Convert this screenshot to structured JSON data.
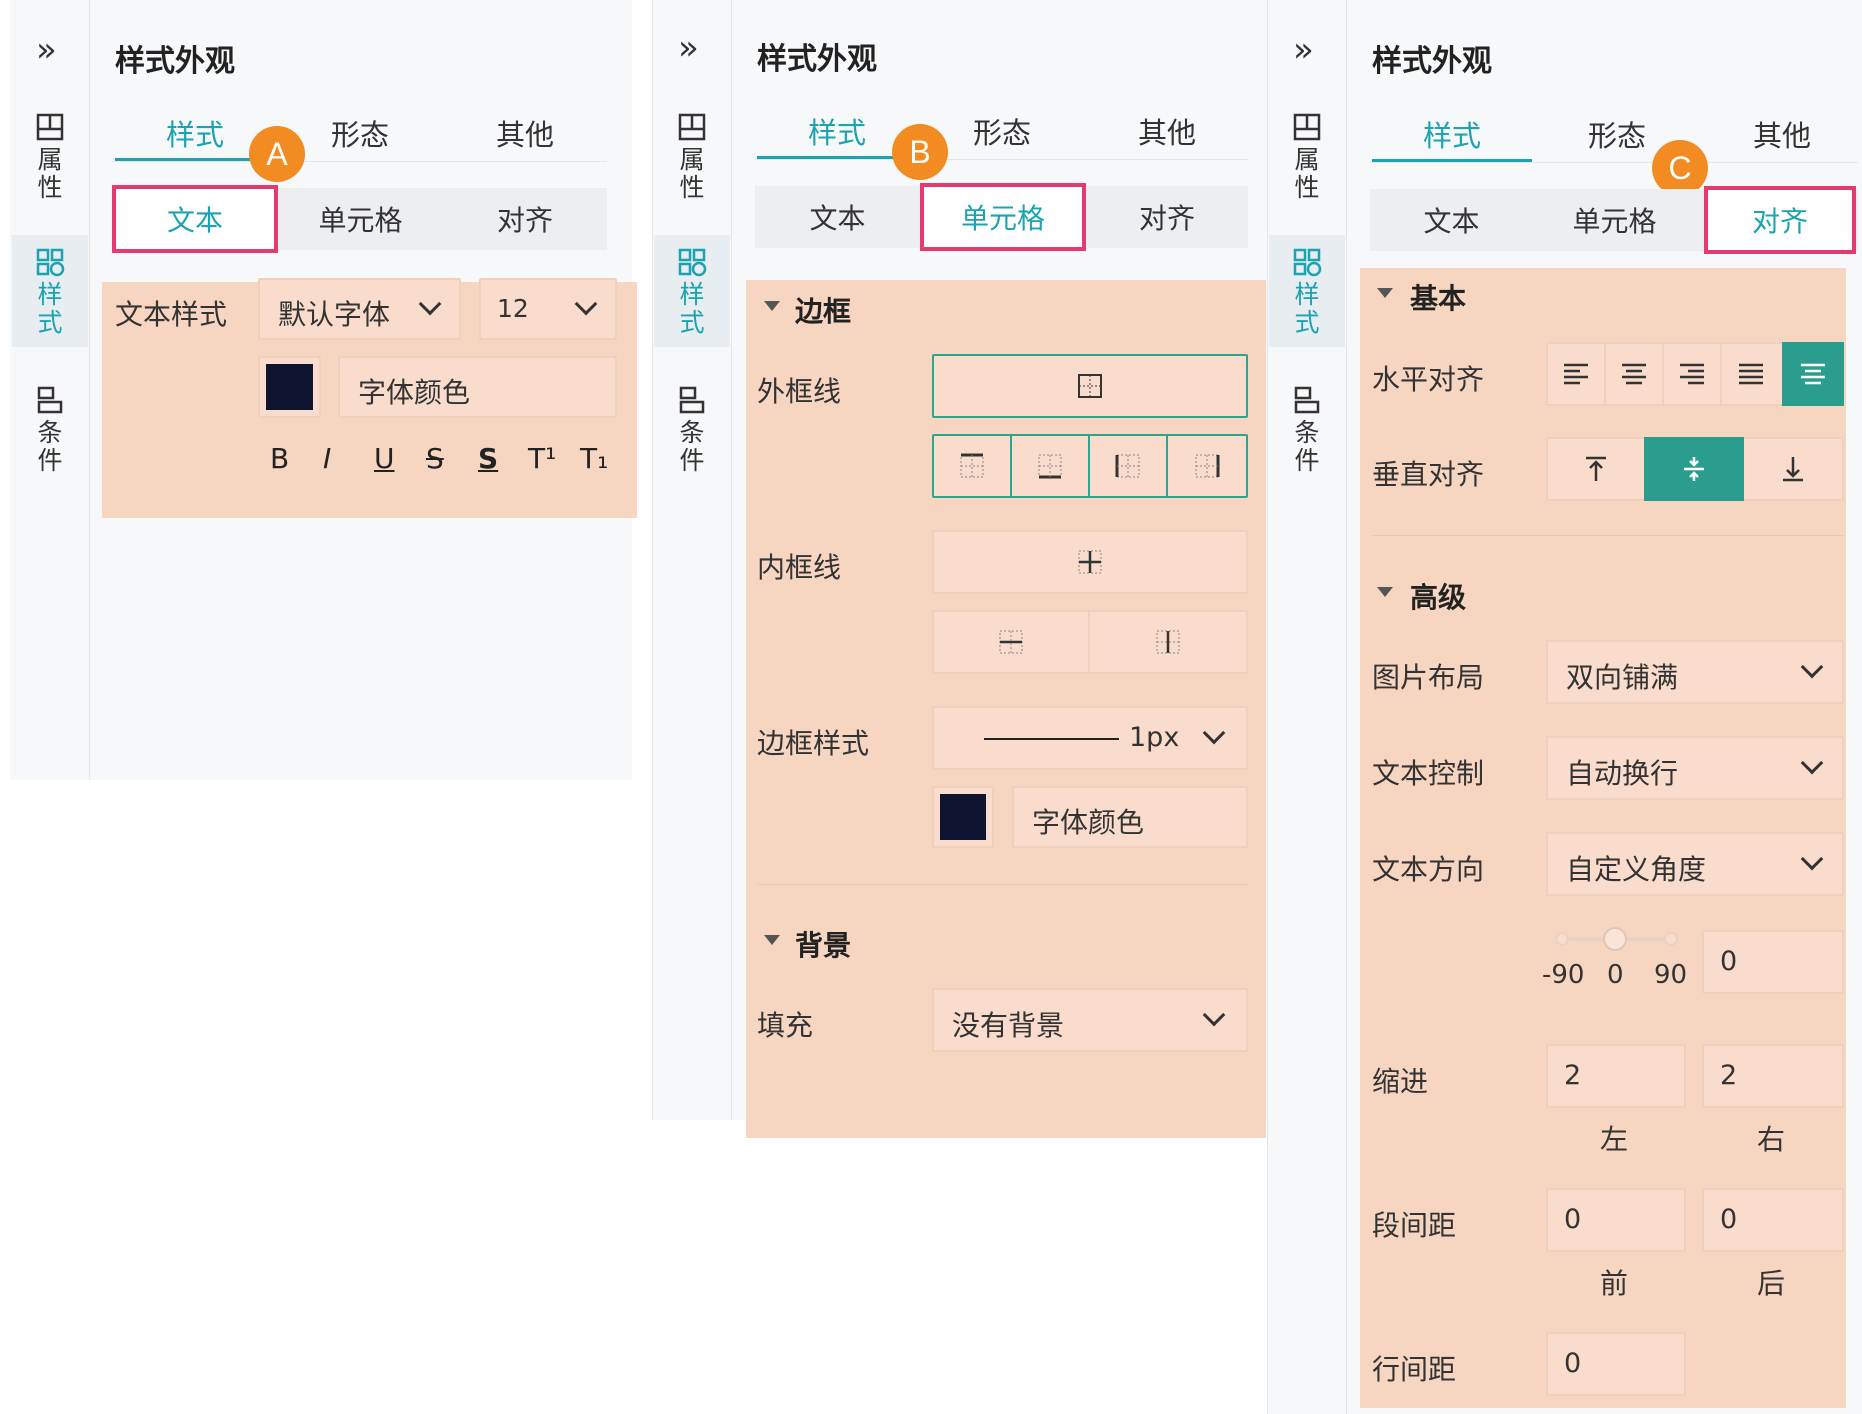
{
  "panel_title": "样式外观",
  "sidebar": {
    "collapse": "»",
    "items": [
      {
        "label": "属性",
        "icon": "layout-icon"
      },
      {
        "label": "样式",
        "icon": "style-icon"
      },
      {
        "label": "条件",
        "icon": "condition-icon"
      }
    ]
  },
  "main_tabs": [
    "样式",
    "形态",
    "其他"
  ],
  "sub_tabs": [
    "文本",
    "单元格",
    "对齐"
  ],
  "badges": [
    "A",
    "B",
    "C"
  ],
  "panelA": {
    "text_style_label": "文本样式",
    "font_family": "默认字体",
    "font_size": "12",
    "font_color_label": "字体颜色",
    "font_color": "#0e1530",
    "format_buttons": [
      "B",
      "I",
      "U",
      "S",
      "S",
      "T¹",
      "T₁"
    ]
  },
  "panelB": {
    "border_section": "边框",
    "outer_border_label": "外框线",
    "inner_border_label": "内框线",
    "border_style_label": "边框样式",
    "border_width": "1px",
    "font_color_label": "字体颜色",
    "background_section": "背景",
    "fill_label": "填充",
    "fill_value": "没有背景"
  },
  "panelC": {
    "basic_section": "基本",
    "h_align_label": "水平对齐",
    "v_align_label": "垂直对齐",
    "advanced_section": "高级",
    "image_layout_label": "图片布局",
    "image_layout_value": "双向铺满",
    "text_control_label": "文本控制",
    "text_control_value": "自动换行",
    "text_direction_label": "文本方向",
    "text_direction_value": "自定义角度",
    "angle_ticks": [
      "-90",
      "0",
      "90"
    ],
    "angle_value": "0",
    "indent_label": "缩进",
    "indent_left": "2",
    "indent_right": "2",
    "indent_left_caption": "左",
    "indent_right_caption": "右",
    "para_spacing_label": "段间距",
    "para_before": "0",
    "para_after": "0",
    "para_before_caption": "前",
    "para_after_caption": "后",
    "line_spacing_label": "行间距",
    "line_spacing_value": "0"
  },
  "colors": {
    "accent": "#1aa3b0",
    "highlight": "#f7d6c1",
    "badge": "#f28b22",
    "frame": "#e33b6e",
    "active_btn": "#2a9d8f"
  }
}
